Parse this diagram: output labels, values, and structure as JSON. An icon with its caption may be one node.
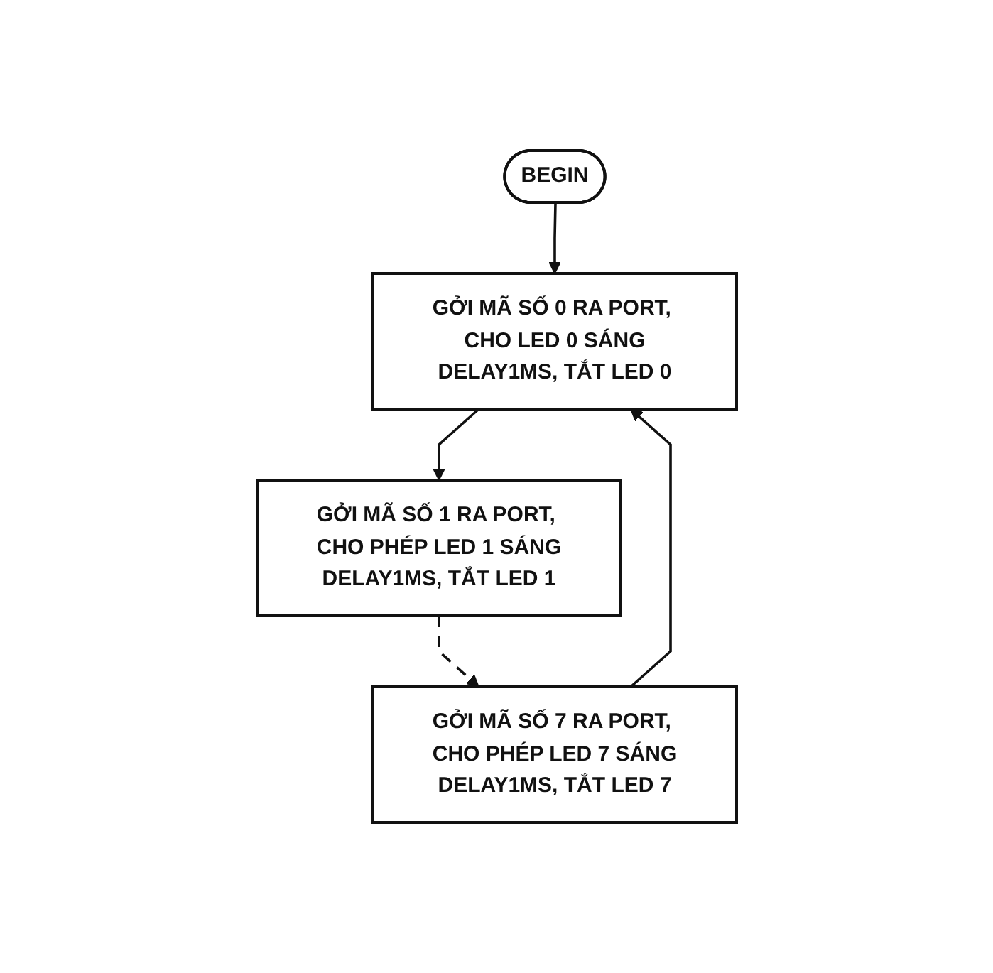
{
  "diagram": {
    "nodes": [
      {
        "text": [
          "BEGIN"
        ]
      },
      {
        "text": [
          "GỞI MÃ SỐ 0 RA PORT, CHO LED 0 SÁNG",
          "DELAY1MS, TẮT LED 0"
        ]
      },
      {
        "text": [
          "GỞI MÃ SỐ 1 RA PORT, CHO PHÉP LED 1 SÁNG",
          "DELAY1MS, TẮT LED 1"
        ]
      },
      {
        "text": [
          "GỞI MÃ SỐ 7 RA PORT, CHO PHÉP LED 7 SÁNG",
          "DELAY1MS, TẮT LED 7"
        ]
      }
    ],
    "edges": [
      {
        "from": 0,
        "to": 1,
        "arrow": "to"
      },
      {
        "from": 1,
        "to": 2,
        "arrow": "to"
      },
      {
        "from": 2,
        "to": 3,
        "arrow": "to",
        "style": "dashed"
      },
      {
        "from": 3,
        "to": 1,
        "arrow": "to"
      }
    ]
  }
}
